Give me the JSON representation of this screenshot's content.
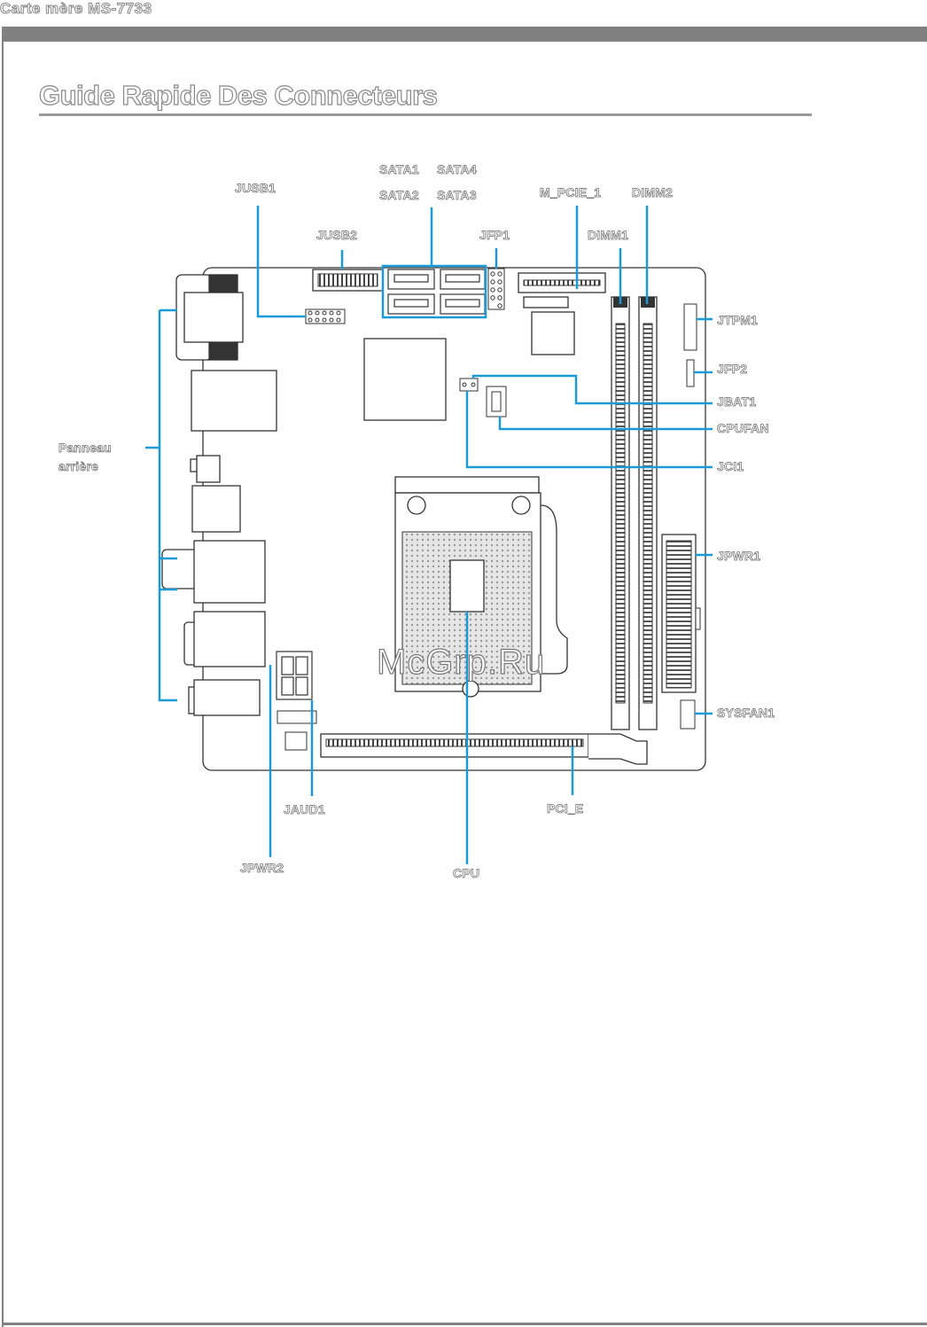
{
  "header": {
    "running_title": "Carte mère MS-7733"
  },
  "page": {
    "title": "Guide Rapide Des Connecteurs"
  },
  "labels": {
    "sata1": "SATA1",
    "sata4": "SATA4",
    "sata2": "SATA2",
    "sata3": "SATA3",
    "jusb1": "JUSB1",
    "jusb2": "JUSB2",
    "jfp1": "JFP1",
    "m_pcie_1": "M_PCIE_1",
    "dimm2": "DIMM2",
    "dimm1": "DIMM1",
    "jtpm1": "JTPM1",
    "jfp2": "JFP2",
    "jbat1": "JBAT1",
    "cpufan": "CPUFAN",
    "jci1": "JCI1",
    "jpwr1": "JPWR1",
    "sysfan1": "SYSFAN1",
    "panneau": "Panneau",
    "arriere": "arrière",
    "jaud1": "JAUD1",
    "pci_e": "PCI_E",
    "jpwr2": "JPWR2",
    "cpu": "CPU"
  },
  "watermark": "McGrp.Ru",
  "colors": {
    "leader": "#1a9ad6",
    "outline": "#333333",
    "rule": "#808080"
  }
}
